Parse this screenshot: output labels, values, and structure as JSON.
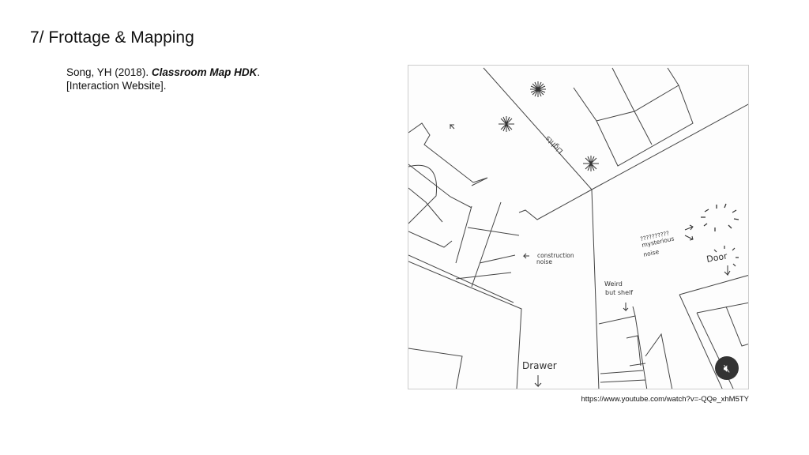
{
  "slide": {
    "title": "7/ Frottage & Mapping",
    "citation": {
      "prefix": "Song, YH (2018). ",
      "work_title": "Classroom Map HDK",
      "suffix": ".",
      "line2": "[Interaction Website]."
    },
    "url": "https://www.youtube.com/watch?v=-QQe_xhM5TY"
  },
  "video": {
    "labels": {
      "lights": "Lights",
      "construction": "construction",
      "noise": "noise",
      "question_marks": "??????????",
      "mysterious": "mysterious",
      "noise2": "noise",
      "door": "Door",
      "weird": "Weird",
      "but_shelf": "but shelf",
      "drawer": "Drawer"
    },
    "mute_icon": "speaker-muted-icon"
  }
}
